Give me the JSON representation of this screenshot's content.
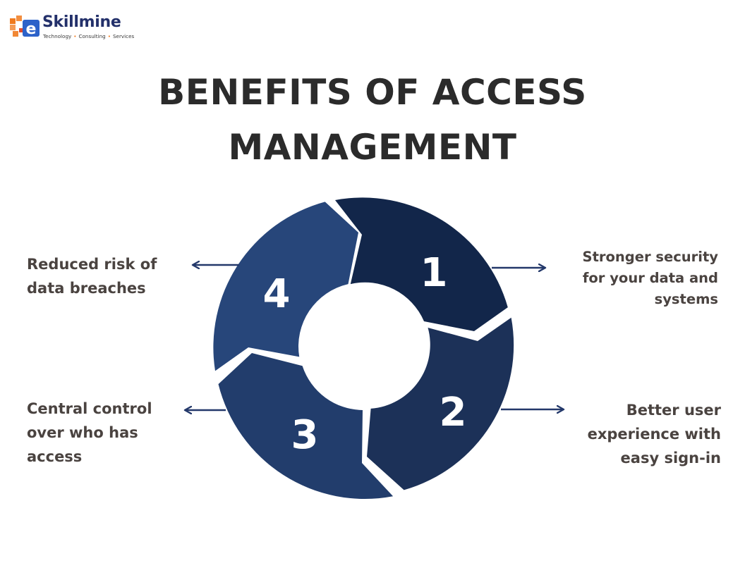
{
  "logo": {
    "name": "Skillmine",
    "tagline": [
      "Technology",
      "Consulting",
      "Services"
    ]
  },
  "title": {
    "line1": "BENEFITS OF ACCESS",
    "line2": "MANAGEMENT"
  },
  "cycle": {
    "steps": [
      {
        "number": "1",
        "color": "#12264a",
        "label": [
          "Stronger security",
          "for your data and",
          "systems"
        ]
      },
      {
        "number": "2",
        "color": "#1c3158",
        "label": [
          "Better user",
          "experience with",
          "easy sign-in"
        ]
      },
      {
        "number": "3",
        "color": "#223d6c",
        "label": [
          "Central control",
          "over who has",
          "access"
        ]
      },
      {
        "number": "4",
        "color": "#27467a",
        "label": [
          "Reduced risk of",
          "data breaches"
        ]
      }
    ]
  },
  "colors": {
    "arrow": "#23386a",
    "text": "#4a4340",
    "title": "#2b2b2b",
    "brand_blue": "#23306a",
    "brand_orange": "#f07a1e"
  }
}
